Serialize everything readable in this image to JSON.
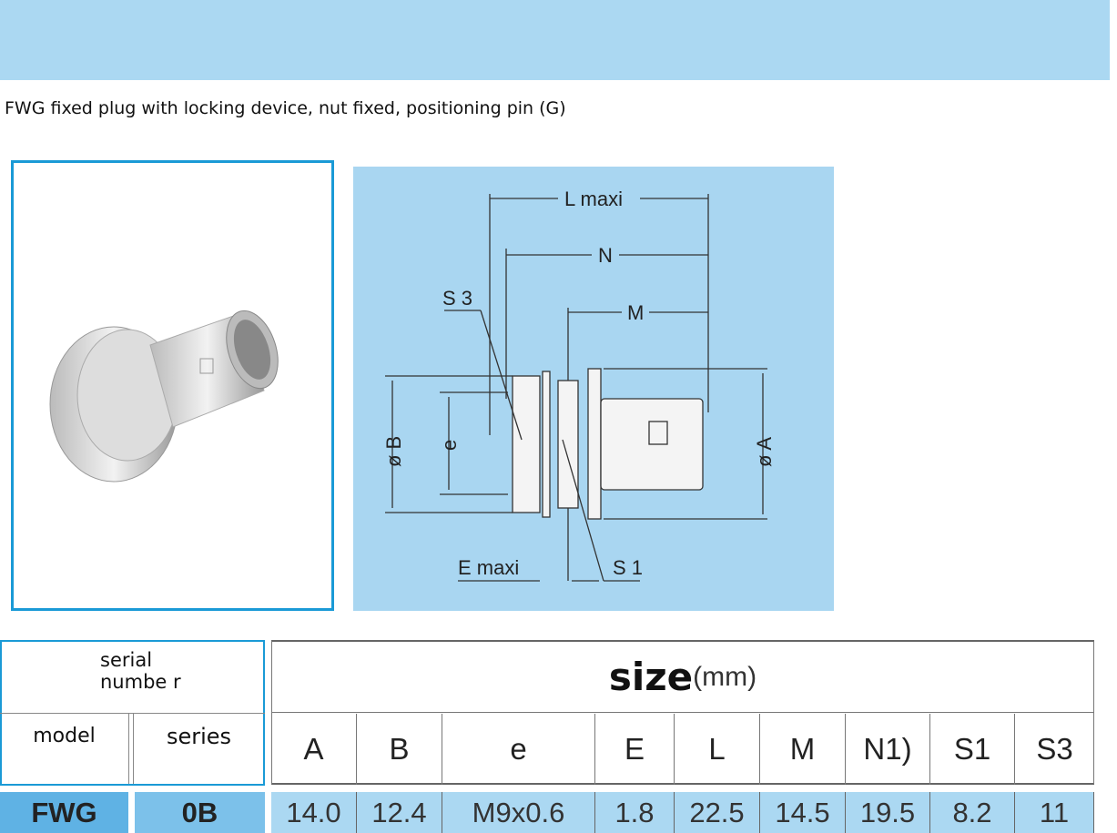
{
  "page_title": "FWG fixed plug with locking device, nut fixed, positioning pin (G)",
  "diagram": {
    "labels": {
      "L": "L maxi",
      "N": "N",
      "M": "M",
      "S3": "S 3",
      "S1": "S 1",
      "E": "E maxi",
      "B": "ø B",
      "e": "e",
      "A": "ø A"
    }
  },
  "table": {
    "serial_number_label": "serial numbe r",
    "model_label": "model",
    "series_label": "series",
    "size_label": "size",
    "size_unit": "(mm)",
    "columns": [
      "A",
      "B",
      "e",
      "E",
      "L",
      "M",
      "N1)",
      "S1",
      "S3"
    ],
    "rows": [
      {
        "model": "FWG",
        "series": "0B",
        "values": [
          "14.0",
          "12.4",
          "M9x0.6",
          "1.8",
          "22.5",
          "14.5",
          "19.5",
          "8.2",
          "11"
        ]
      }
    ]
  },
  "colors": {
    "accent": "#1a9ad6",
    "banner": "#abd8f2",
    "model_cell": "#5fb2e4"
  }
}
